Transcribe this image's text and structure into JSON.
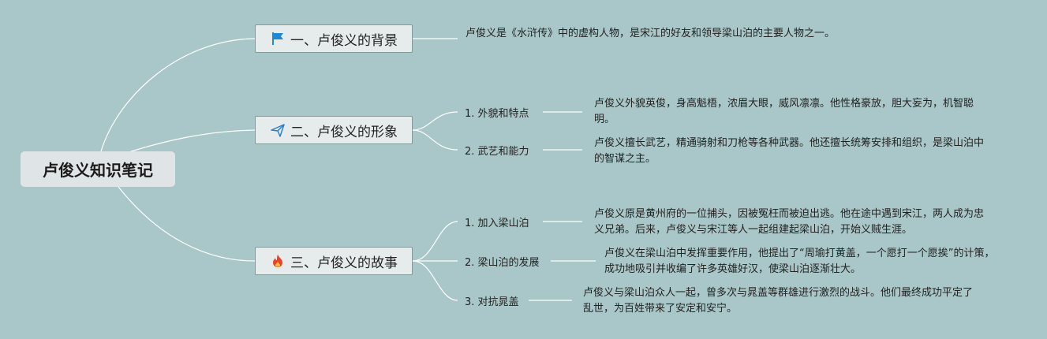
{
  "root": {
    "label": "卢俊义知识笔记"
  },
  "topics": [
    {
      "label": "一、卢俊义的背景",
      "icon": "flag-icon",
      "note": "卢俊义是《水浒传》中的虚构人物，是宋江的好友和领导梁山泊的主要人物之一。"
    },
    {
      "label": "二、卢俊义的形象",
      "icon": "paper-plane-icon",
      "children": [
        {
          "label": "1. 外貌和特点",
          "note": "卢俊义外貌英俊，身高魁梧，浓眉大眼，威风凛凛。他性格豪放，胆大妄为，机智聪明。"
        },
        {
          "label": "2. 武艺和能力",
          "note": "卢俊义擅长武艺，精通骑射和刀枪等各种武器。他还擅长统筹安排和组织，是梁山泊中的智谋之主。"
        }
      ]
    },
    {
      "label": "三、卢俊义的故事",
      "icon": "fire-icon",
      "children": [
        {
          "label": "1. 加入梁山泊",
          "note": "卢俊义原是黄州府的一位捕头，因被冤枉而被迫出逃。他在途中遇到宋江，两人成为忠义兄弟。后来，卢俊义与宋江等人一起组建起梁山泊，开始义贼生涯。"
        },
        {
          "label": "2. 梁山泊的发展",
          "note": "卢俊义在梁山泊中发挥重要作用，他提出了“周瑜打黄盖，一个愿打一个愿挨”的计策，成功地吸引并收编了许多英雄好汉，使梁山泊逐渐壮大。"
        },
        {
          "label": "3. 对抗晁盖",
          "note": "卢俊义与梁山泊众人一起，曾多次与晁盖等群雄进行激烈的战斗。他们最终成功平定了乱世，为百姓带来了安定和安宁。"
        }
      ]
    }
  ],
  "colors": {
    "background": "#a9c6c8",
    "connector": "#ffffff",
    "flag": "#1e8ad6",
    "plane": "#2a7fc8",
    "fire": "#e8432d"
  }
}
